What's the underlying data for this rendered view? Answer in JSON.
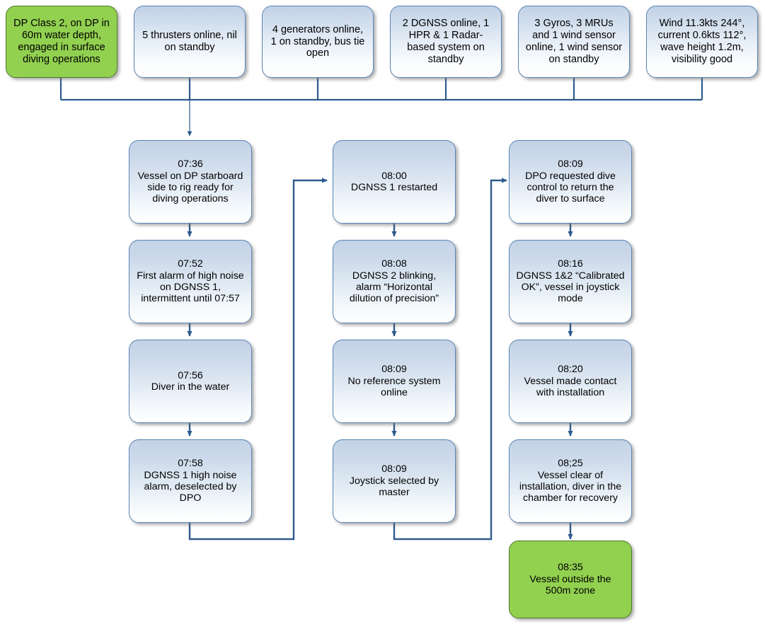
{
  "diagram": {
    "title": "DP incident timeline flowchart",
    "colors": {
      "accent_green": "#92d050",
      "node_blue_top": "#c3d2e6",
      "connector": "#2e5b8e",
      "text": "#000000"
    },
    "header_row": {
      "label": "initial-conditions",
      "items": [
        {
          "name": "dp-class-and-operation",
          "style": "green",
          "text": "DP Class 2, on DP in 60m water depth, engaged in surface diving operations"
        },
        {
          "name": "thrusters-status",
          "style": "blue",
          "text": "5 thrusters online, nil on standby"
        },
        {
          "name": "generators-status",
          "style": "blue",
          "text": "4 generators online, 1 on standby, bus tie open"
        },
        {
          "name": "position-reference-status",
          "style": "blue",
          "text": "2 DGNSS online, 1 HPR & 1 Radar-based system on standby"
        },
        {
          "name": "sensors-status",
          "style": "blue",
          "text": "3 Gyros, 3 MRUs and 1 wind sensor online, 1 wind sensor on standby"
        },
        {
          "name": "environment-status",
          "style": "blue",
          "text": "Wind 11.3kts 244°, current 0.6kts 112°, wave height 1.2m, visibility good"
        }
      ]
    },
    "columns": [
      {
        "name": "column-1",
        "events": [
          {
            "name": "event-0736",
            "time": "07:36",
            "text": "Vessel on DP starboard side to rig ready for diving operations",
            "style": "blue"
          },
          {
            "name": "event-0752",
            "time": "07:52",
            "text": "First alarm of high noise on DGNSS 1, intermittent until 07:57",
            "style": "blue"
          },
          {
            "name": "event-0756",
            "time": "07:56",
            "text": "Diver in the water",
            "style": "blue"
          },
          {
            "name": "event-0758",
            "time": "07:58",
            "text": "DGNSS 1 high noise alarm, deselected by DPO",
            "style": "blue"
          }
        ]
      },
      {
        "name": "column-2",
        "events": [
          {
            "name": "event-0800",
            "time": "08:00",
            "text": "DGNSS 1 restarted",
            "style": "blue"
          },
          {
            "name": "event-0808",
            "time": "08:08",
            "text": "DGNSS 2 blinking, alarm “Horizontal dilution of precision”",
            "style": "blue"
          },
          {
            "name": "event-0809-no-ref",
            "time": "08:09",
            "text": "No reference system online",
            "style": "blue"
          },
          {
            "name": "event-0809-joystick",
            "time": "08:09",
            "text": "Joystick selected by master",
            "style": "blue"
          }
        ]
      },
      {
        "name": "column-3",
        "events": [
          {
            "name": "event-0809-dive-control",
            "time": "08:09",
            "text": "DPO requested dive control to return the diver to surface",
            "style": "blue"
          },
          {
            "name": "event-0816",
            "time": "08:16",
            "text": "DGNSS 1&2 “Calibrated OK”, vessel in joystick mode",
            "style": "blue"
          },
          {
            "name": "event-0820",
            "time": "08:20",
            "text": "Vessel made contact with installation",
            "style": "blue"
          },
          {
            "name": "event-0825",
            "time": "08;25",
            "text": "Vessel clear of installation, diver in the chamber for recovery",
            "style": "blue"
          },
          {
            "name": "event-0835-final",
            "time": "08:35",
            "text": "Vessel outside the 500m zone",
            "style": "green"
          }
        ]
      }
    ]
  }
}
